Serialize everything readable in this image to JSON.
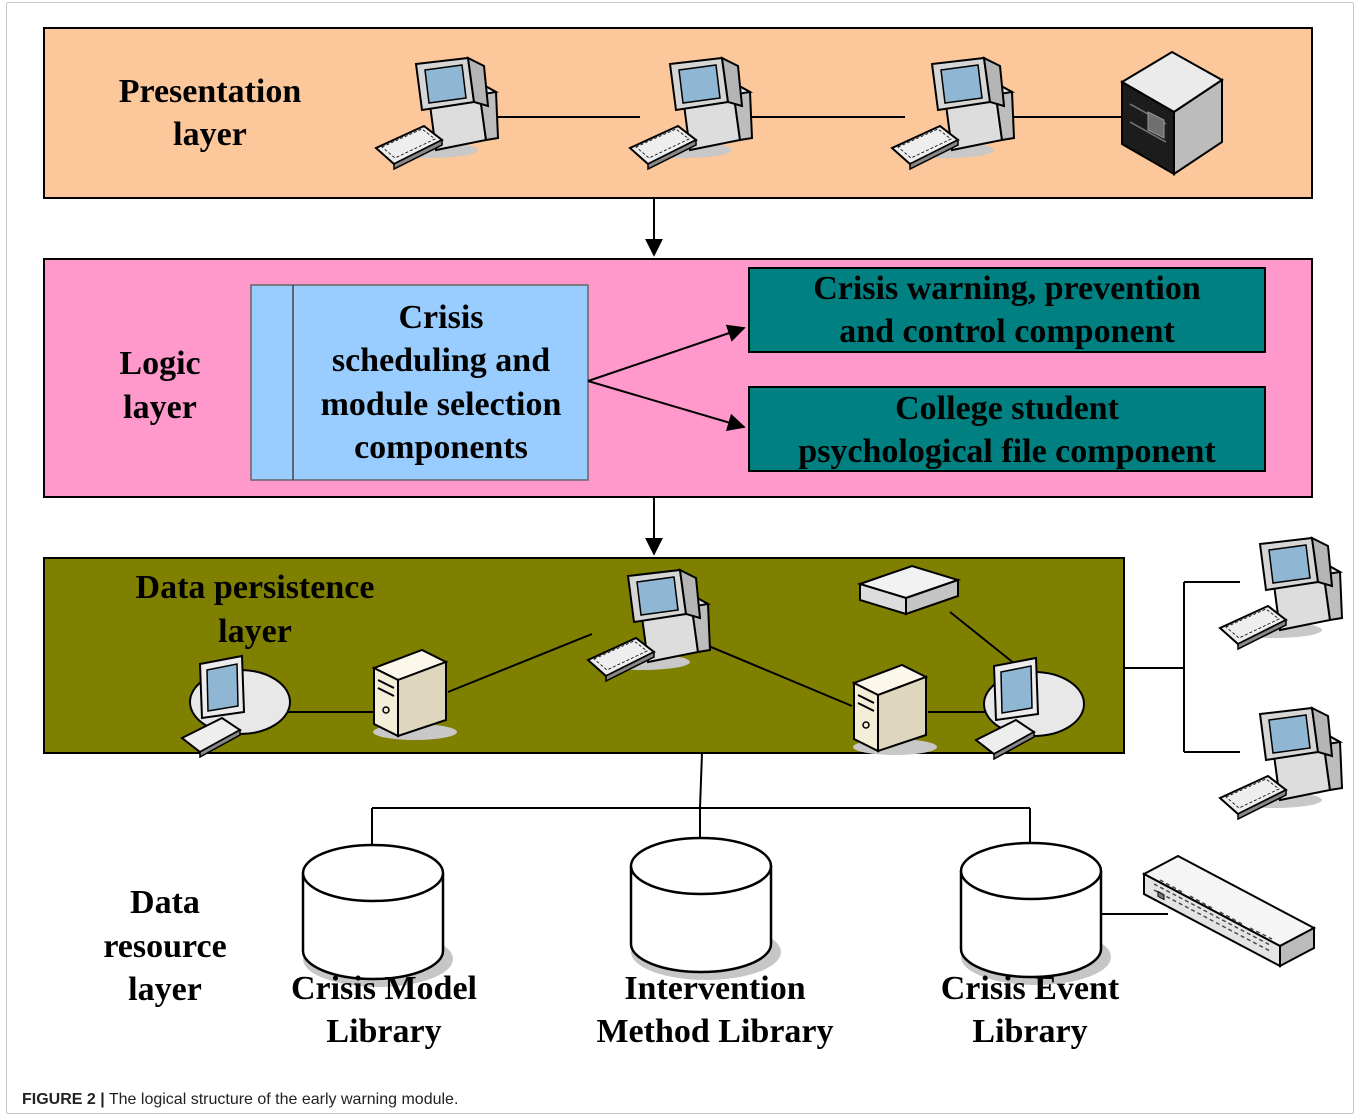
{
  "figure": {
    "caption_label": "FIGURE 2 |",
    "caption_text": " The logical structure of the early warning module."
  },
  "layers": {
    "presentation": {
      "line1": "Presentation",
      "line2": "layer",
      "color": "#fcc89b"
    },
    "logic": {
      "line1": "Logic",
      "line2": "layer",
      "color": "#ff99cc"
    },
    "data_persistence": {
      "line1": "Data persistence",
      "line2": "layer",
      "color": "#808000"
    },
    "data_resource": {
      "line1": "Data",
      "line2": "resource",
      "line3": "layer"
    }
  },
  "components": {
    "scheduling": {
      "lines": [
        "Crisis",
        "scheduling and",
        "module selection",
        "components"
      ],
      "color": "#99ccff"
    },
    "warning": {
      "lines": [
        "Crisis warning, prevention",
        "and control component"
      ],
      "color": "#008080"
    },
    "psych_file": {
      "lines": [
        "College student",
        "psychological file component"
      ],
      "color": "#008080"
    }
  },
  "libraries": [
    {
      "line1": "Crisis Model",
      "line2": "Library"
    },
    {
      "line1": "Intervention",
      "line2": "Method Library"
    },
    {
      "line1": "Crisis Event",
      "line2": "Library"
    }
  ],
  "icons": [
    "workstation-icon",
    "server-icon",
    "tower-server-icon",
    "crt-monitor-icon",
    "modem-icon",
    "network-switch-icon",
    "database-icon"
  ]
}
